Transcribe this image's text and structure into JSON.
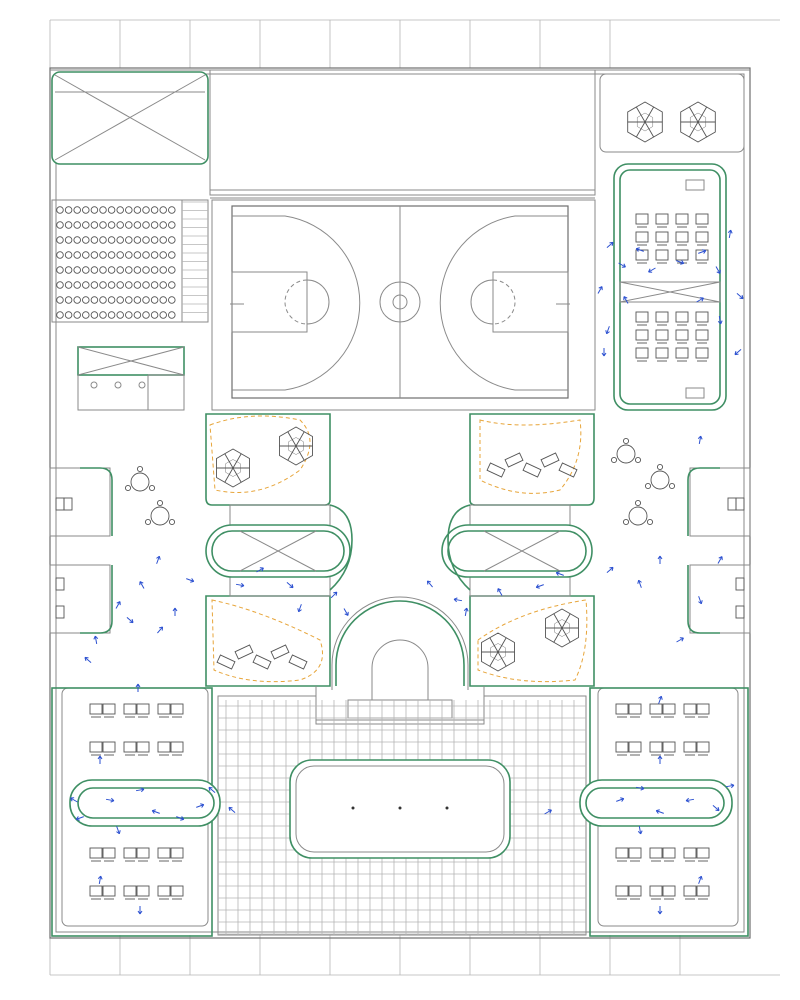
{
  "colors": {
    "background": "#ffffff",
    "wall": "#8a8a8a",
    "partition": "#3f8f64",
    "circulation_arrow": "#2a4fd0",
    "light_zone_dashed": "#e7a53a",
    "grid": "#b5b5b5"
  },
  "icons": {
    "arrow": "blue-arrow-icon",
    "table_cluster": "hexagon-table-icon",
    "round_table": "round-table-icon",
    "desk": "desk-icon",
    "toilet": "toilet-icon"
  },
  "rooms": {
    "basketball_court": "basketball-court",
    "auditorium": "auditorium-seating",
    "courtyard": "tiled-courtyard",
    "north_east_classroom": "hexagon-classroom",
    "east_classroom": "rows-classroom",
    "south_west_classroom": "grid-classroom",
    "south_east_classroom": "grid-classroom"
  }
}
